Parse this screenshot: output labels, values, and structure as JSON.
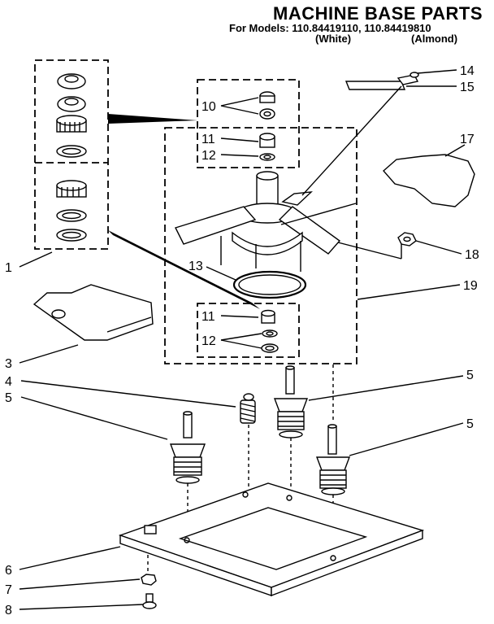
{
  "header": {
    "title": "MACHINE BASE PARTS",
    "models_line": "For Models: 110.84419110, 110.84419810",
    "variant_white": "(White)",
    "variant_almond": "(Almond)"
  },
  "callouts": {
    "c1": "1",
    "c3": "3",
    "c4": "4",
    "c5a": "5",
    "c5b": "5",
    "c5c": "5",
    "c6": "6",
    "c7": "7",
    "c8": "8",
    "c10": "10",
    "c11a": "11",
    "c11b": "11",
    "c12a": "12",
    "c12b": "12",
    "c13": "13",
    "c14": "14",
    "c15": "15",
    "c17": "17",
    "c18": "18",
    "c19": "19"
  }
}
